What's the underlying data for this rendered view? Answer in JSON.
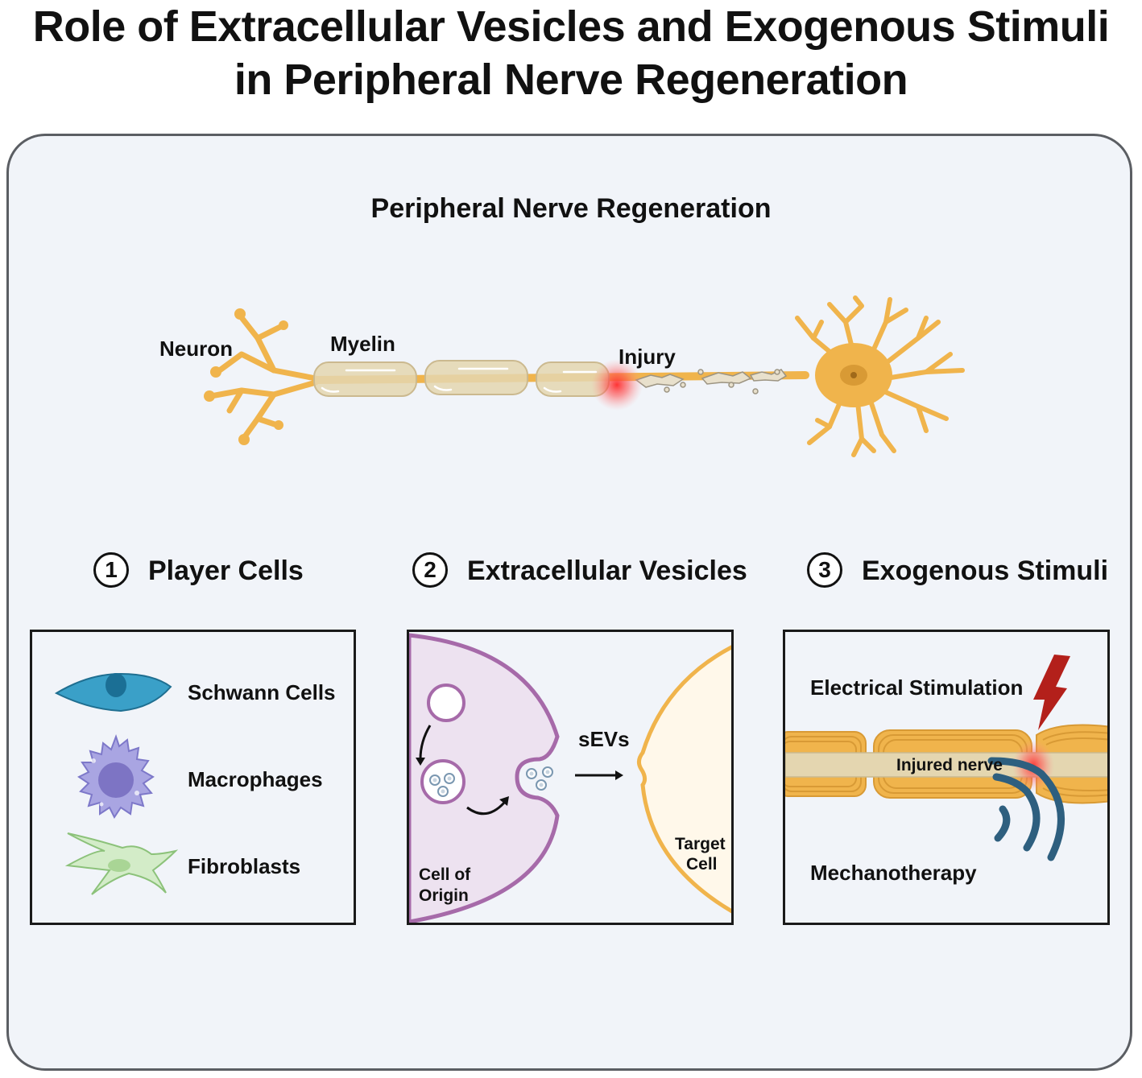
{
  "title": {
    "line1": "Role of Extracellular Vesicles and Exogenous Stimuli",
    "line2": "in Peripheral Nerve Regeneration"
  },
  "nerve_section": {
    "heading": "Peripheral Nerve Regeneration",
    "labels": {
      "neuron": "Neuron",
      "myelin": "Myelin",
      "injury": "Injury"
    }
  },
  "sections": [
    {
      "number": "1",
      "title": "Player Cells"
    },
    {
      "number": "2",
      "title": "Extracellular Vesicles"
    },
    {
      "number": "3",
      "title": "Exogenous Stimuli"
    }
  ],
  "player_cells": {
    "items": [
      {
        "label": "Schwann Cells",
        "icon": "schwann-cell-icon"
      },
      {
        "label": "Macrophages",
        "icon": "macrophage-icon"
      },
      {
        "label": "Fibroblasts",
        "icon": "fibroblast-icon"
      }
    ]
  },
  "vesicles": {
    "sevs_label": "sEVs",
    "origin_line1": "Cell of",
    "origin_line2": "Origin",
    "target_line1": "Target",
    "target_line2": "Cell"
  },
  "stimuli": {
    "electrical": "Electrical Stimulation",
    "injured_nerve": "Injured nerve",
    "mechano": "Mechanotherapy"
  },
  "colors": {
    "neuron": "#f0b44c",
    "myelin": "#e4d6b0",
    "injury": "#ff3b3b",
    "schwann": "#3aa0c8",
    "macrophage": "#a9a5e2",
    "fibroblast": "#cfeac4",
    "origin_cell": "#ede2f0",
    "target_cell": "#fff8ea",
    "lightning": "#b3201b",
    "waves": "#2e5f7f"
  }
}
